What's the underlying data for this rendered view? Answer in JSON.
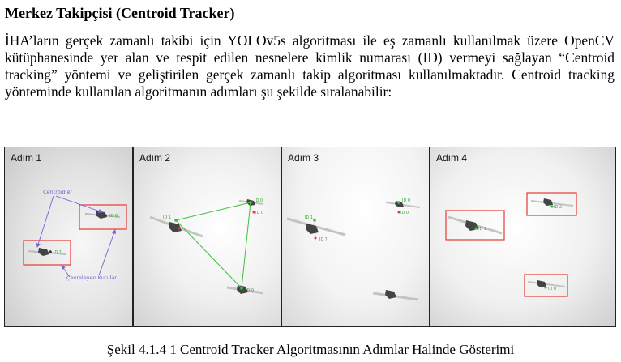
{
  "heading": "Merkez Takipçisi (Centroid Tracker)",
  "paragraph": "İHA’ların gerçek zamanlı takibi için YOLOv5s algoritması ile eş zamanlı kullanılmak üzere OpenCV kütüphanesinde yer alan ve tespit edilen nesnelere kimlik numarası (ID) vermeyi sağlayan “Centroid tracking” yöntemi ve geliştirilen gerçek zamanlı takip algoritması kullanılmaktadır. Centroid tracking yönteminde kullanılan algoritmanın adımları şu şekilde sıralanabilir:",
  "figure": {
    "steps": [
      {
        "label": "Adım 1",
        "annotation_centroids": "Centroidler",
        "annotation_boxes": "Çevreleyen Kutular",
        "id_tags": [
          "ID 1",
          "ID 0"
        ]
      },
      {
        "label": "Adım 2",
        "id_tags": [
          "ID 1",
          "ID 0",
          "ID 0",
          "ID 0"
        ]
      },
      {
        "label": "Adım 3",
        "id_tags": [
          "ID 1",
          "ID 0",
          "ID 0",
          "ID ?"
        ]
      },
      {
        "label": "Adım 4",
        "id_tags": [
          "ID 0",
          "ID 1",
          "ID 2"
        ]
      }
    ],
    "colors": {
      "bounding_box": "#e53935",
      "centroid_arrow": "#7b5fd6",
      "association_line": "#3fbf3f"
    }
  },
  "caption": "Şekil 4.1.4 1 Centroid Tracker Algoritmasının Adımlar Halinde Gösterimi"
}
